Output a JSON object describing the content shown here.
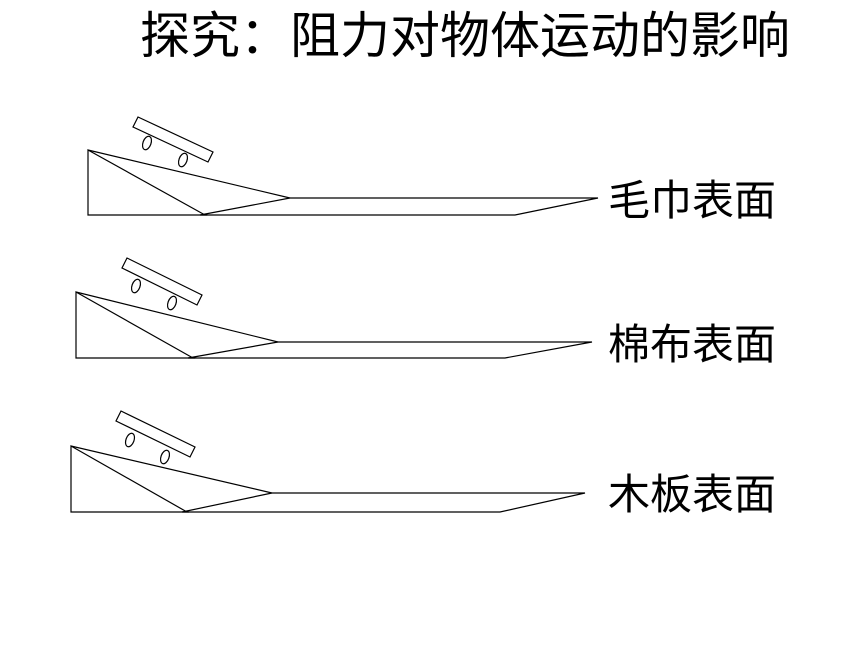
{
  "title": "探究：阻力对物体运动的影响",
  "surfaces": [
    {
      "label": "毛巾表面"
    },
    {
      "label": "棉布表面"
    },
    {
      "label": "木板表面"
    }
  ]
}
